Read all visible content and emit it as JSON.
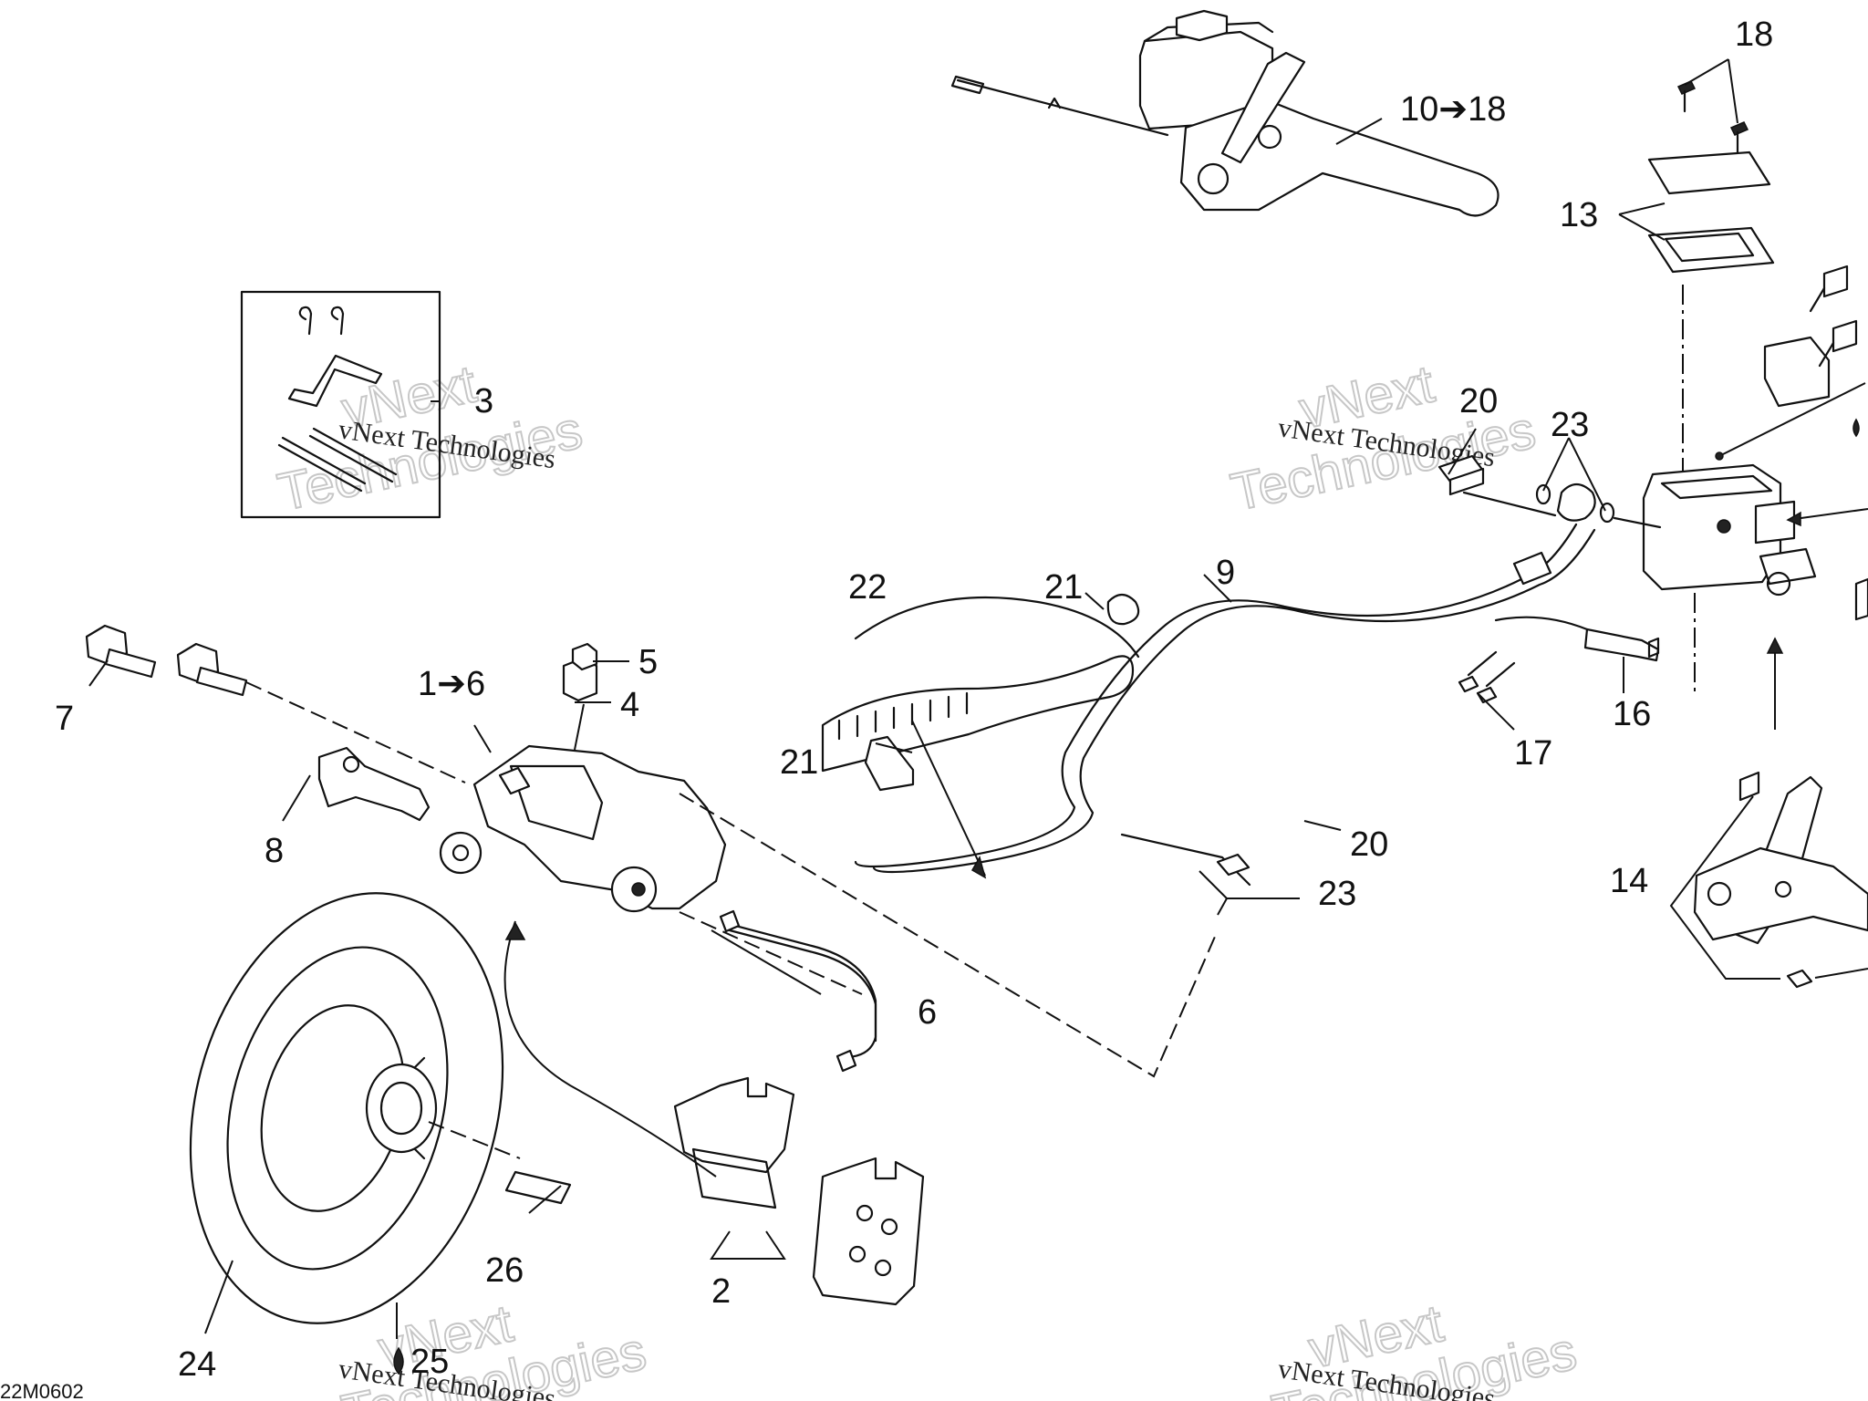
{
  "diagram": {
    "code": "22M0602",
    "watermark": {
      "top_word": "vNext",
      "bottom_word": "Technologies",
      "line": "vNext Technologies"
    },
    "labels": {
      "p1_6": "1➔6",
      "p2": "2",
      "p3": "3",
      "p4": "4",
      "p5": "5",
      "p6": "6",
      "p7": "7",
      "p8": "8",
      "p9": "9",
      "p10_18": "10➔18",
      "p13": "13",
      "p14": "14",
      "p16": "16",
      "p17": "17",
      "p18": "18",
      "p20a": "20",
      "p20b": "20",
      "p21a": "21",
      "p21b": "21",
      "p22": "22",
      "p23a": "23",
      "p23b": "23",
      "p24": "24",
      "p25": "25",
      "p26": "26"
    },
    "colors": {
      "line": "#111111",
      "background": "#ffffff",
      "watermark": "#9a9a9a"
    }
  }
}
